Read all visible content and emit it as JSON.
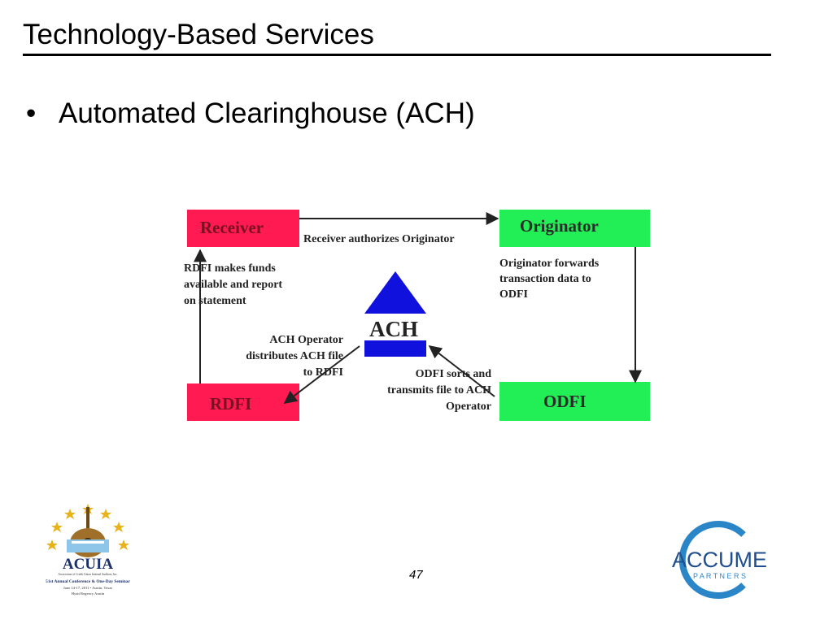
{
  "slide": {
    "title": "Technology-Based Services",
    "bullet_marker": "•",
    "bullets": [
      "Automated Clearinghouse (ACH)"
    ],
    "page_number": "47"
  },
  "diagram": {
    "nodes": {
      "receiver": "Receiver",
      "originator": "Originator",
      "rdfi": "RDFI",
      "odfi": "ODFI",
      "ach": "ACH"
    },
    "flows": {
      "receiver_authorizes": "Receiver authorizes Originator",
      "originator_forwards": [
        "Originator forwards",
        "transaction data to",
        "ODFI"
      ],
      "rdfi_makes_funds": [
        "RDFI makes funds",
        "available and report",
        "on statement"
      ],
      "ach_operator_distributes": [
        "ACH Operator",
        "distributes ACH file",
        "to RDFI"
      ],
      "odfi_sorts": [
        "ODFI sorts and",
        "transmits file to ACH",
        "Operator"
      ]
    },
    "colors": {
      "receiver_box": "#ff1a52",
      "rdfi_box": "#ff1a52",
      "originator_box": "#22ee55",
      "odfi_box": "#22ee55",
      "ach_symbol": "#1111dd",
      "text": "#222222"
    }
  },
  "logos": {
    "acuia": {
      "name": "ACUIA",
      "small_lines": [
        "Association of Credit Union Internal Auditors, Inc.",
        "51st Annual Conference & One-Day Seminar",
        "June 14-17, 2011 • Austin, Texas",
        "Hyatt Regency Austin"
      ]
    },
    "accume": {
      "name": "ACCUME",
      "tagline": "P A R T N E R S",
      "colors": {
        "ring": "#2b86c8",
        "text": "#1f4f8f"
      }
    }
  }
}
